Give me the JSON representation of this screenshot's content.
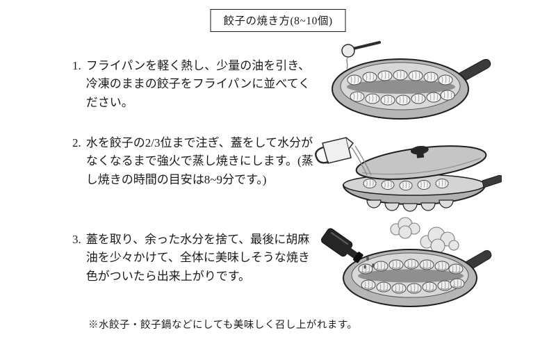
{
  "title": "餃子の焼き方(8~10個)",
  "steps": [
    {
      "number": "1.",
      "text": "フライパンを軽く熱し、少量の油を引き、冷凍のままの餃子をフライパンに並べてください。"
    },
    {
      "number": "2.",
      "text": "水を餃子の2/3位まで注ぎ、蓋をして水分がなくなるまで強火で蒸し焼きにします。(蒸し焼きの時間の目安は8~9分です。)"
    },
    {
      "number": "3.",
      "text": "蓋を取り、余った水分を捨て、最後に胡麻油を少々かけて、全体に美味しそうな焼き色がついたら出来上がりです。"
    }
  ],
  "footnote": "※水餃子・餃子鍋などにしても美味しく召し上がれます。",
  "illustrations": [
    {
      "name": "frying-pan-with-gyoza-and-oil-ladle"
    },
    {
      "name": "covered-pan-with-water-pitcher-and-flames"
    },
    {
      "name": "pan-with-gyoza-steam-and-sesame-oil-bottle"
    }
  ],
  "colors": {
    "ink": "#1a1a1a",
    "pan_dark": "#b6b6b6",
    "pan_light": "#d8d8d8",
    "handle": "#3a3a3a"
  }
}
